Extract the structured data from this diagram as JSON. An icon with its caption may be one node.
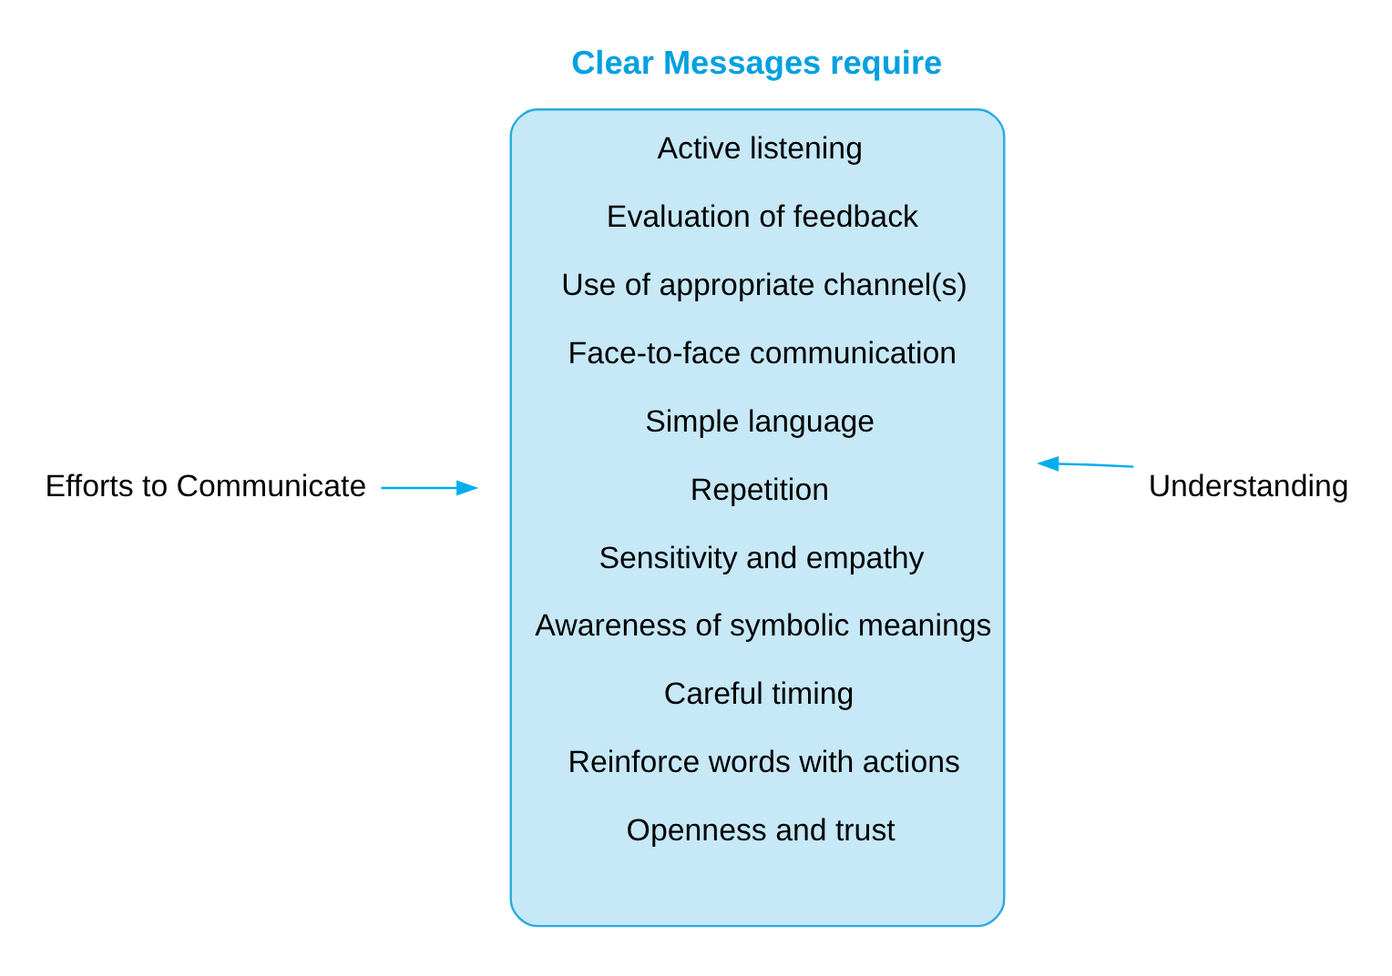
{
  "diagram": {
    "nodes": [
      {
        "text": [
          "Clear Messages require",
          "Active listening",
          "Evaluation of feedback",
          "Use of appropriate channel(s)",
          "Face-to-face communication",
          "Simple language",
          "Repetition",
          "Sensitivity and empathy",
          "Awareness of symbolic meanings",
          "Careful timing",
          "Reinforce words with actions",
          "Openness and trust"
        ]
      },
      {
        "text": [
          "Efforts to Communicate"
        ]
      },
      {
        "text": [
          "Understanding"
        ]
      }
    ],
    "edges": [
      {
        "from": 1,
        "to": 0,
        "arrow": "to"
      },
      {
        "from": 2,
        "to": 0,
        "arrow": "to"
      }
    ]
  }
}
